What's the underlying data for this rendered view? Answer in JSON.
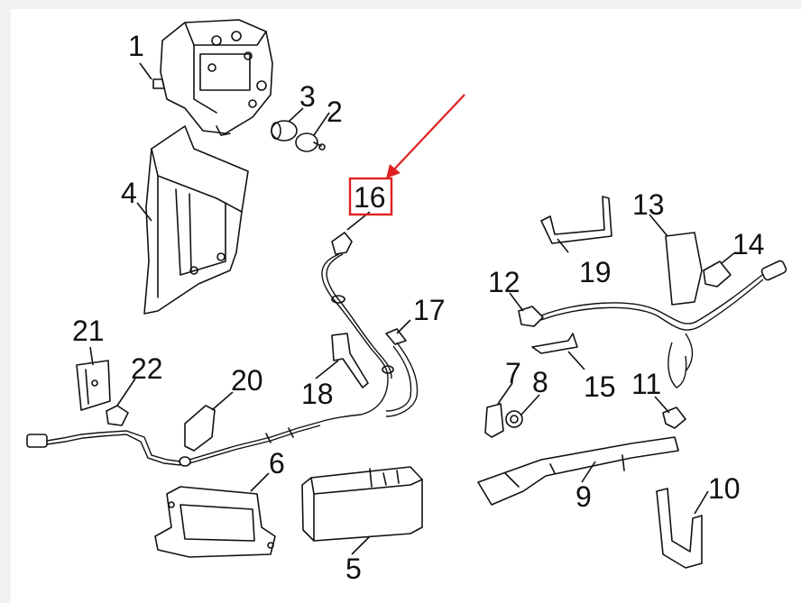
{
  "diagram": {
    "callouts": [
      {
        "id": "1",
        "label": "1"
      },
      {
        "id": "2",
        "label": "2"
      },
      {
        "id": "3",
        "label": "3"
      },
      {
        "id": "4",
        "label": "4"
      },
      {
        "id": "5",
        "label": "5"
      },
      {
        "id": "6",
        "label": "6"
      },
      {
        "id": "7",
        "label": "7"
      },
      {
        "id": "8",
        "label": "8"
      },
      {
        "id": "9",
        "label": "9"
      },
      {
        "id": "10",
        "label": "10"
      },
      {
        "id": "11",
        "label": "11"
      },
      {
        "id": "12",
        "label": "12"
      },
      {
        "id": "13",
        "label": "13"
      },
      {
        "id": "14",
        "label": "14"
      },
      {
        "id": "15",
        "label": "15"
      },
      {
        "id": "16",
        "label": "16",
        "highlighted": true
      },
      {
        "id": "17",
        "label": "17"
      },
      {
        "id": "18",
        "label": "18"
      },
      {
        "id": "19",
        "label": "19"
      },
      {
        "id": "20",
        "label": "20"
      },
      {
        "id": "21",
        "label": "21"
      },
      {
        "id": "22",
        "label": "22"
      }
    ],
    "highlight_color": "#e02020",
    "line_color": "#111111"
  }
}
